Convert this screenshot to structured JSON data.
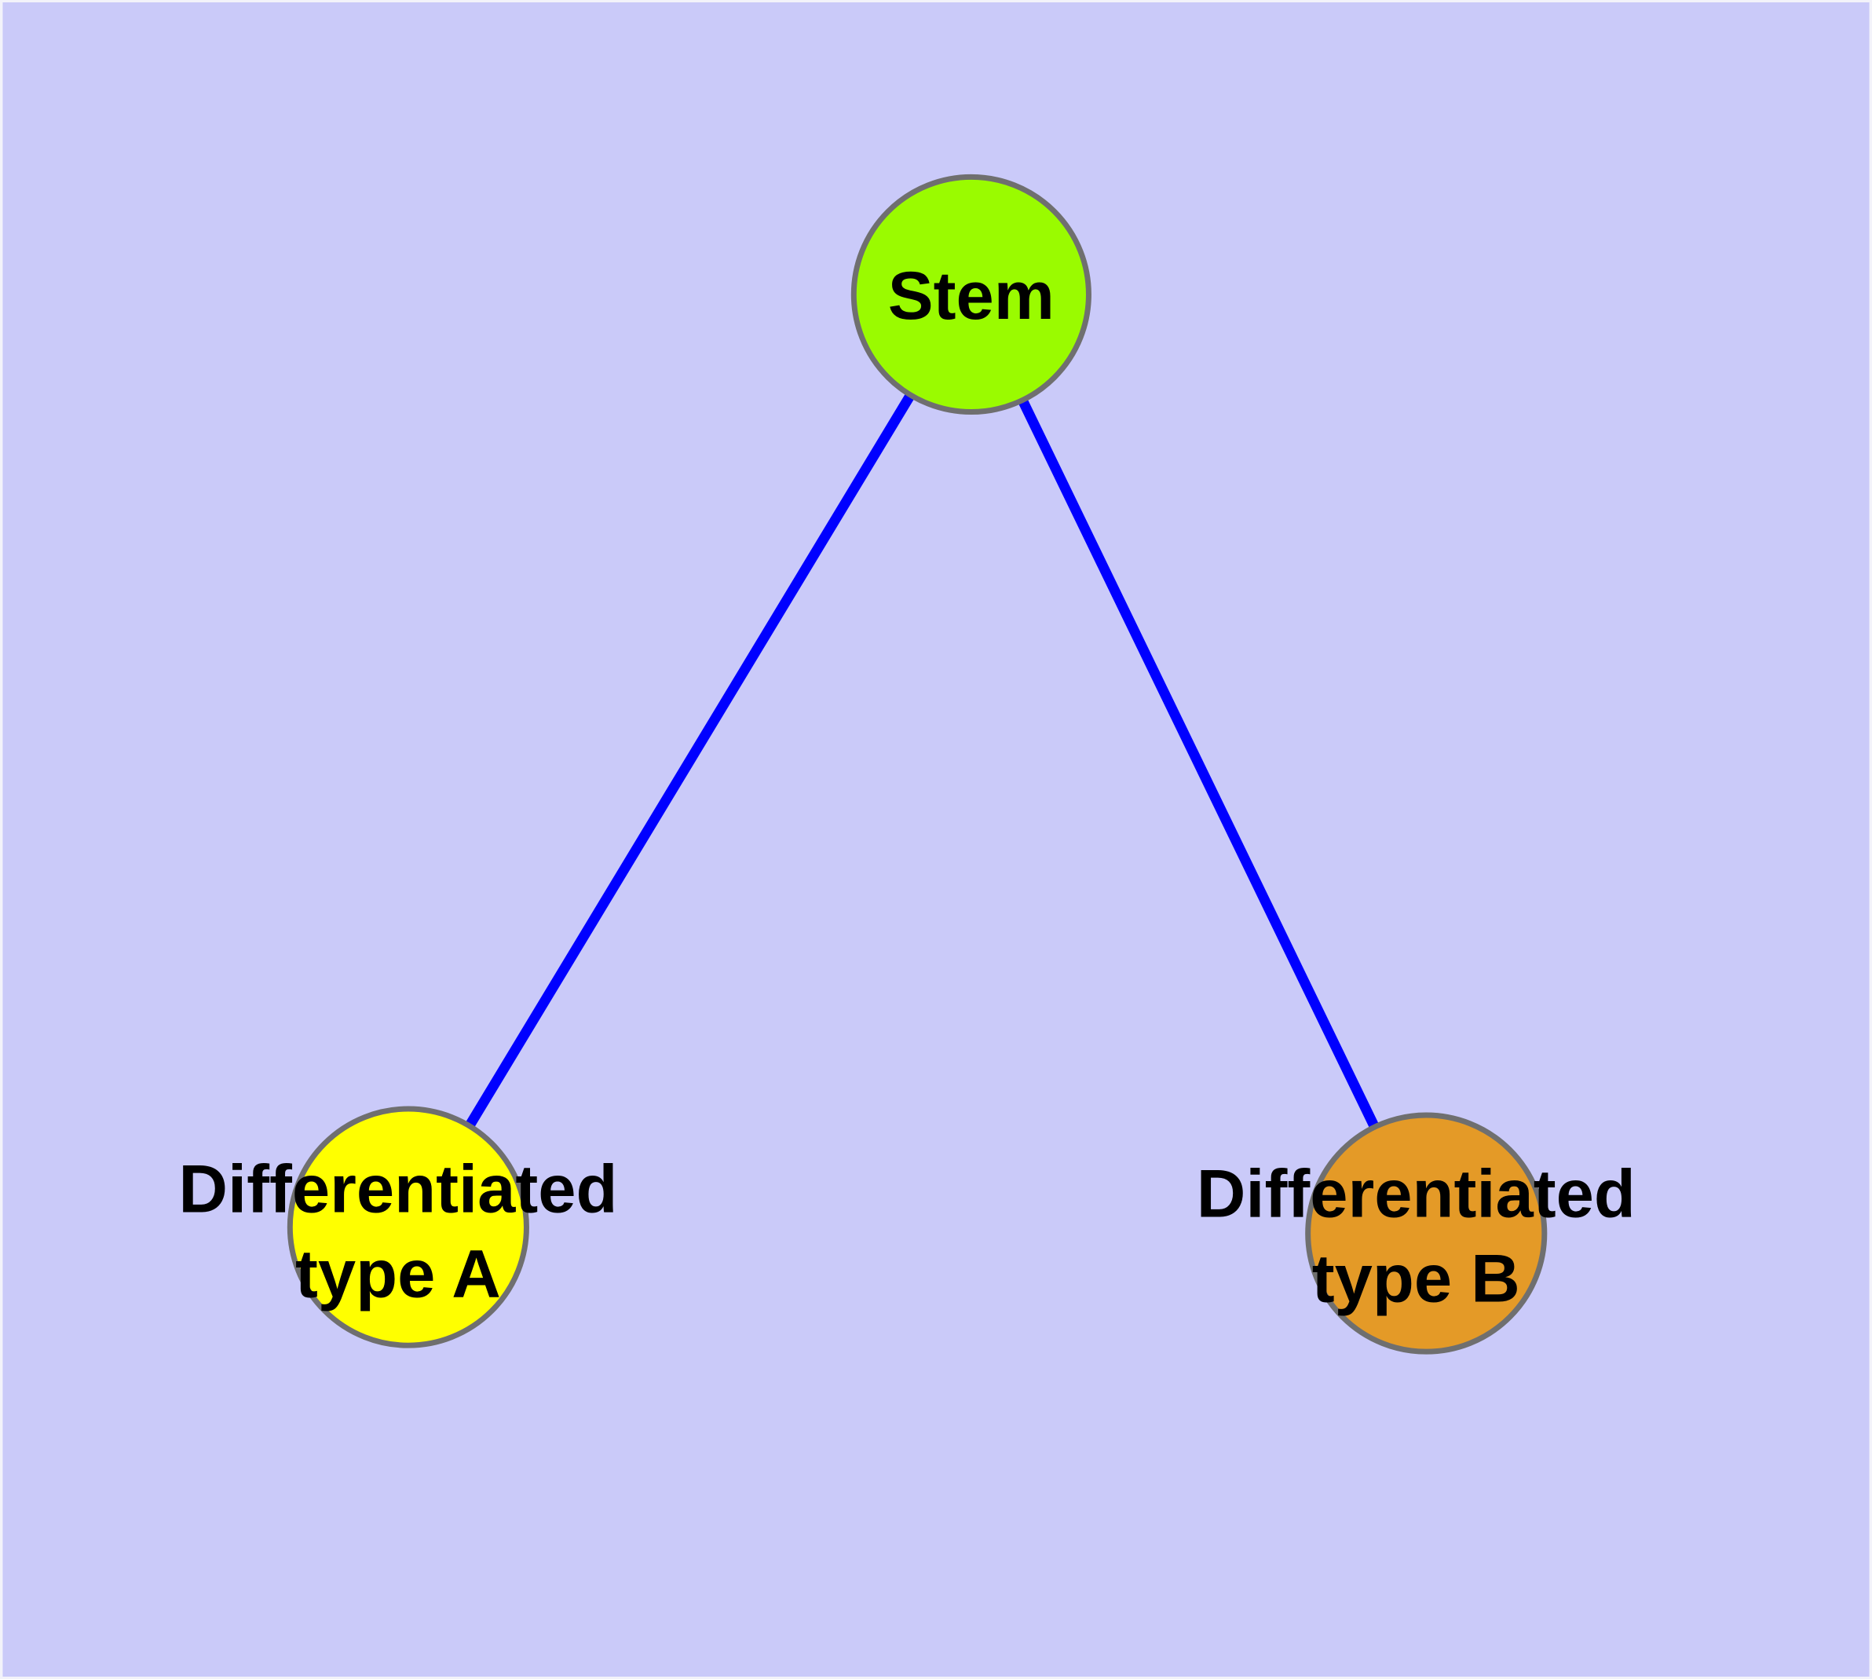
{
  "diagram": {
    "type": "node-link-graph",
    "background_color": "#CACAF9",
    "frame_tint_color": "#F3F3FA",
    "edge_color": "#0000FF",
    "node_outline_color": "#6F6F6F",
    "label_color": "#000000",
    "nodes": [
      {
        "id": "stem",
        "label": "Stem",
        "lines": [
          "Stem"
        ],
        "fill": "#9AFB00"
      },
      {
        "id": "differentiated-type-a",
        "label": "Differentiated type A",
        "lines": [
          "Differentiated",
          "type A"
        ],
        "fill": "#FFFF00"
      },
      {
        "id": "differentiated-type-b",
        "label": "Differentiated type B",
        "lines": [
          "Differentiated",
          "type B"
        ],
        "fill": "#E49A27"
      }
    ],
    "edges": [
      {
        "from": "stem",
        "to": "differentiated-type-a"
      },
      {
        "from": "stem",
        "to": "differentiated-type-b"
      }
    ]
  }
}
